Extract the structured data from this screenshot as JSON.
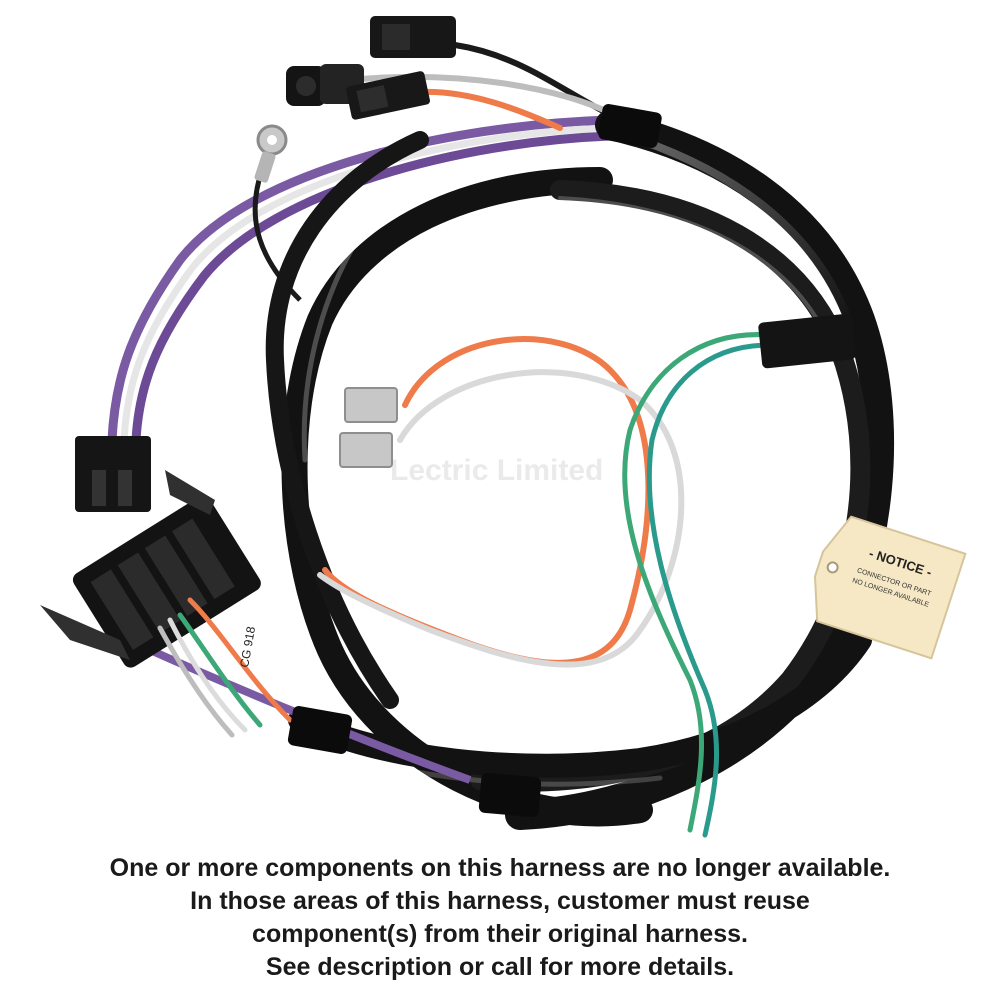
{
  "product_photo": {
    "watermark": "Lectric Limited",
    "clip_marking": "CG 918",
    "tag": {
      "heading": "- NOTICE -",
      "lines": [
        "CONNECTOR OR PART",
        "NO LONGER AVAILABLE"
      ]
    },
    "colors": {
      "jacket": "#121212",
      "purple": "#7a5aa3",
      "orange": "#ef7b4a",
      "white": "#dcdcdc",
      "green": "#3ca877",
      "teal": "#2a9a8c",
      "tag": "#f6e8c4"
    }
  },
  "notice": {
    "lines": [
      "One or more components on this harness are no longer available.",
      "In those areas of this harness, customer must reuse",
      "component(s) from their original harness.",
      "See description or call for more details."
    ]
  }
}
